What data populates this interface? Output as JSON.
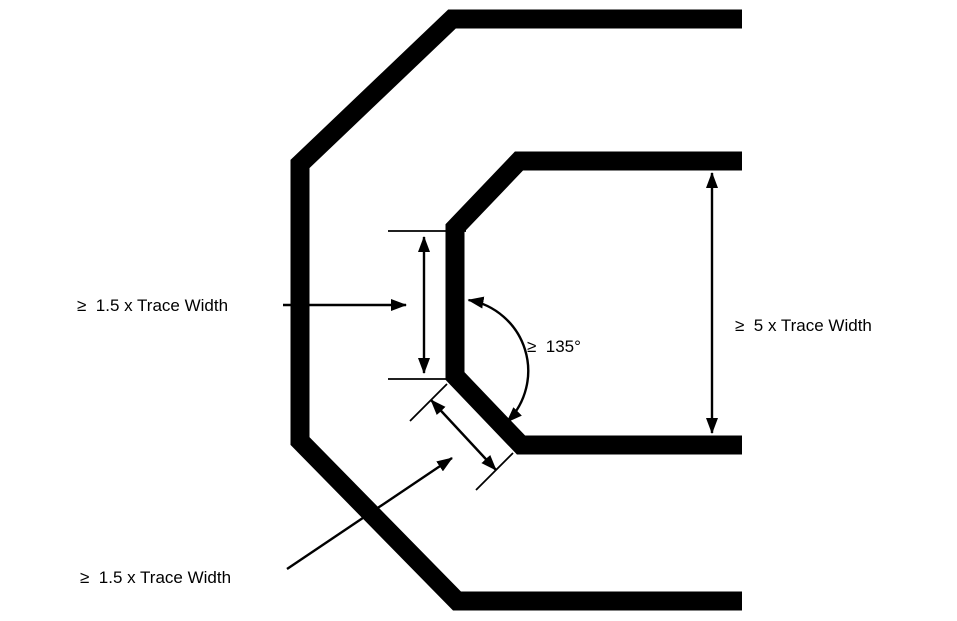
{
  "diagram": {
    "colors": {
      "trace": "#000000",
      "annotation": "#000000",
      "background": "#ffffff"
    },
    "labels": {
      "segment_length": "≥  1.5 x Trace Width",
      "bend_angle": "≥  135°",
      "parallel_spacing": "≥  5 x Trace Width",
      "diagonal_segment_length": "≥  1.5 x Trace Width"
    }
  }
}
